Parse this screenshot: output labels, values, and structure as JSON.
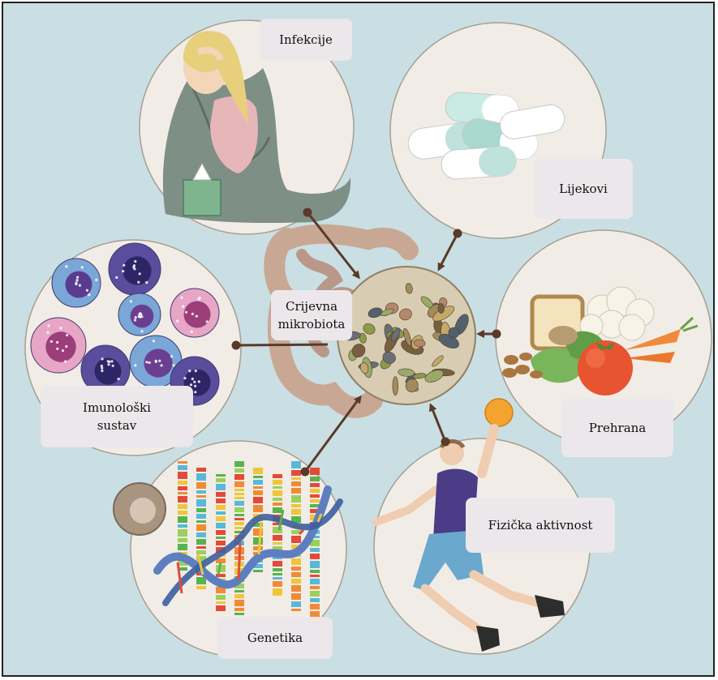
{
  "center": {
    "label": "Crijevna mikrobiota"
  },
  "factors": [
    {
      "key": "infekcije",
      "label": "Infekcije"
    },
    {
      "key": "lijekovi",
      "label": "Lijekovi"
    },
    {
      "key": "prehrana",
      "label": "Prehrana"
    },
    {
      "key": "fizicka",
      "label": "Fizička aktivnost"
    },
    {
      "key": "genetika",
      "label": "Genetika"
    },
    {
      "key": "imunoloski",
      "label": "Imunološki sustav"
    }
  ],
  "colors": {
    "background": "#c9dfe3",
    "circle_fill": "#f1ede6",
    "circle_stroke": "#a89e92",
    "arrow": "#5a3a28",
    "label_bg": "#ece7ea"
  }
}
